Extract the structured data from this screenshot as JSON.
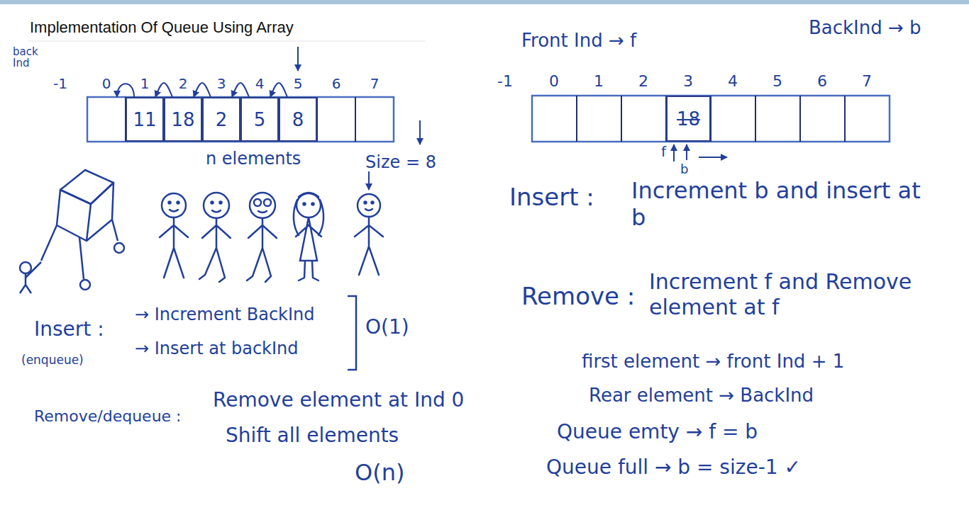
{
  "diagram": {
    "title": "Implementation Of Queue Using Array",
    "nodes": [
      {
        "text": [
          "11"
        ]
      },
      {
        "text": [
          "18"
        ]
      },
      {
        "text": [
          "2"
        ]
      },
      {
        "text": [
          "5"
        ]
      },
      {
        "text": [
          "8"
        ]
      },
      {
        "text": [
          "18"
        ]
      }
    ],
    "edges": [
      {
        "from": 1,
        "to": 0,
        "arrow": "to"
      },
      {
        "from": 2,
        "to": 1,
        "arrow": "to"
      },
      {
        "from": 3,
        "to": 2,
        "arrow": "to"
      },
      {
        "from": 4,
        "to": 3,
        "arrow": "to"
      }
    ],
    "labels": [
      "back Ind",
      "-1",
      "0",
      "1",
      "2",
      "3",
      "4",
      "5",
      "6",
      "7",
      "n elements",
      "Size = 8",
      "Insert :",
      "(enqueue)",
      "→ Increment BackInd",
      "→ Insert at backInd",
      "O(1)",
      "Remove/dequeue :",
      "Remove element at Ind 0",
      "Shift all elements",
      "O(n)",
      "Front Ind → f",
      "BackInd → b",
      "-1",
      "0",
      "1",
      "2",
      "3",
      "4",
      "5",
      "6",
      "7",
      "f",
      "b",
      "Insert :",
      "Increment b and insert at b",
      "Remove :",
      "Increment f and Remove element at f",
      "first element → front Ind + 1",
      "Rear element → BackInd",
      "Queue emty → f = b",
      "Queue full → b = size-1 ✓"
    ]
  }
}
